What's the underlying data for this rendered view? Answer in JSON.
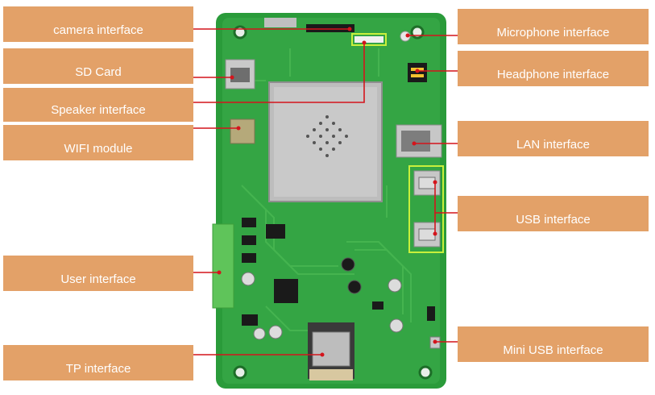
{
  "labels": {
    "camera": "camera interface",
    "sd_card": "SD Card",
    "speaker": "Speaker interface",
    "wifi": "WIFI module",
    "user": "User interface",
    "tp": "TP interface",
    "microphone": "Microphone interface",
    "headphone": "Headphone interface",
    "lan": "LAN interface",
    "usb": "USB interface",
    "mini_usb": "Mini USB interface"
  },
  "colors": {
    "label_bg": "#e3a168",
    "label_text": "#ffffff",
    "pcb_green": "#2a9b3a",
    "leader_line": "#d4141c",
    "highlight": "#c8f03c"
  }
}
